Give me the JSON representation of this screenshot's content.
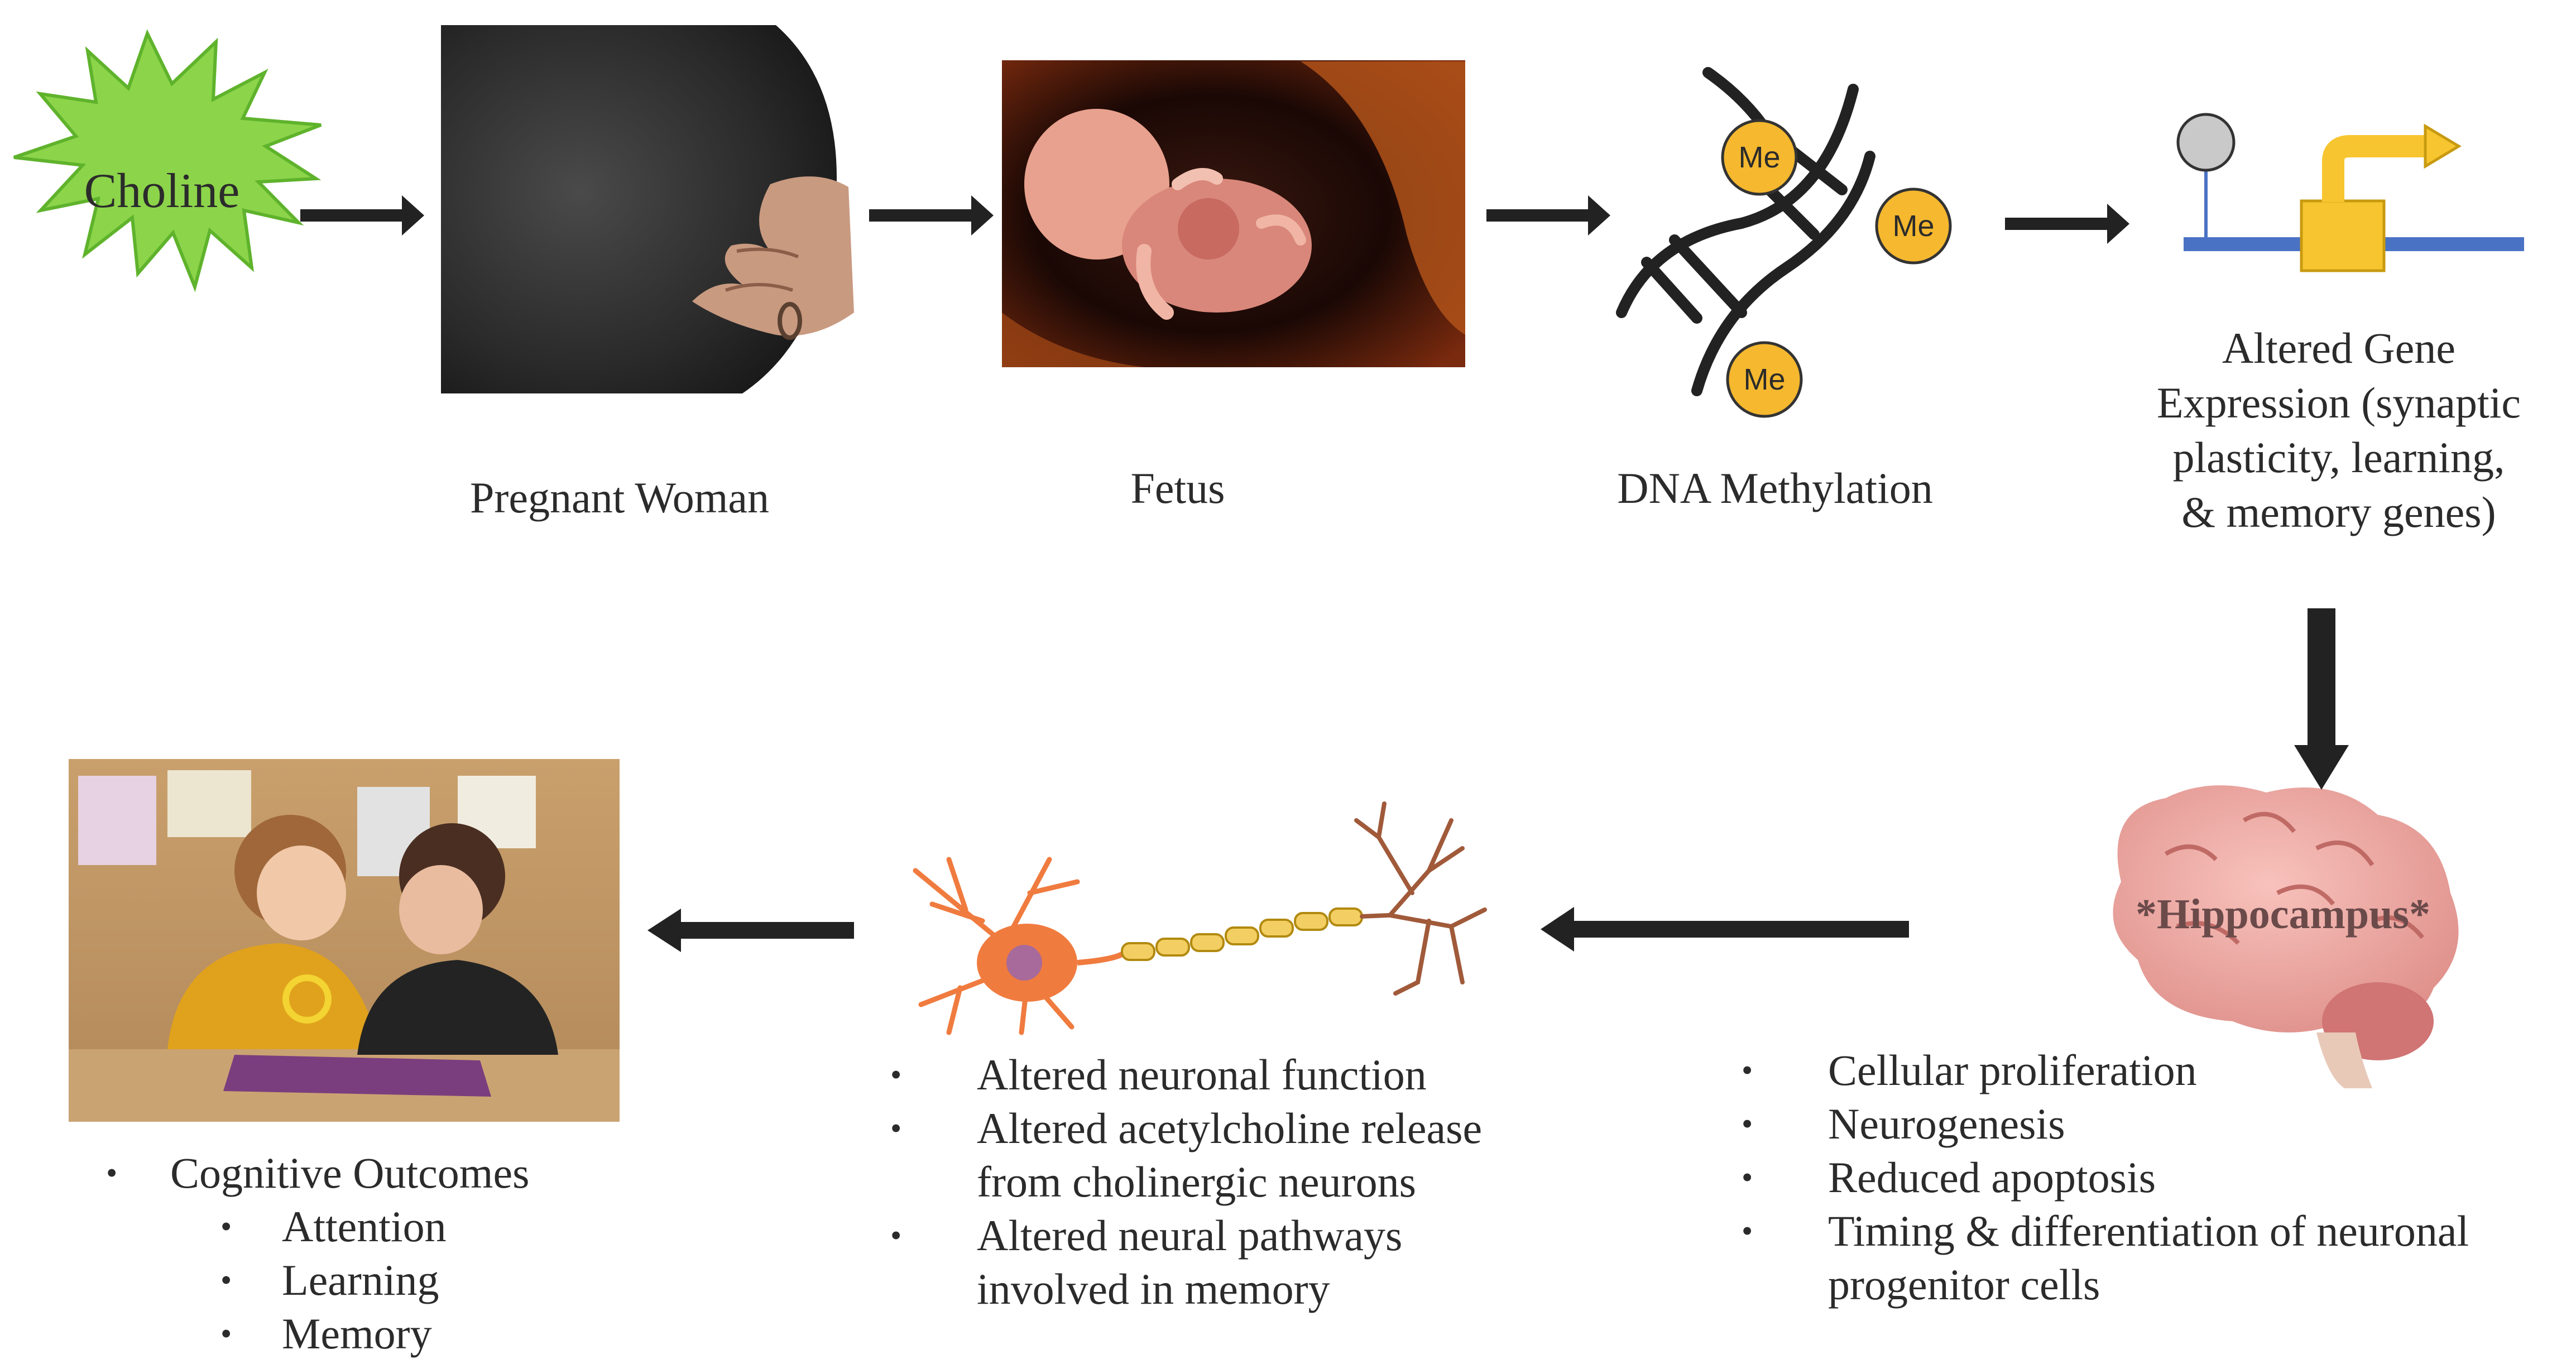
{
  "steps": {
    "choline": "Choline",
    "pregnant_woman": "Pregnant Woman",
    "fetus": "Fetus",
    "dna_methylation": "DNA Methylation",
    "methyl_tag": "Me",
    "gene_expression_lines": [
      "Altered Gene",
      "Expression (synaptic",
      "plasticity, learning,",
      "& memory genes)"
    ],
    "hippocampus": "*Hippocampus*"
  },
  "hippocampus_effects": [
    "Cellular proliferation",
    "Neurogenesis",
    "Reduced apoptosis",
    "Timing & differentiation of neuronal",
    "progenitor cells"
  ],
  "neuron_effects": [
    "Altered neuronal function",
    "Altered acetylcholine release",
    "from cholinergic neurons",
    "Altered neural pathways",
    "involved in memory"
  ],
  "outcomes": {
    "title": "Cognitive Outcomes",
    "items": [
      "Attention",
      "Learning",
      "Memory"
    ]
  },
  "colors": {
    "choline_star": "#8cd44a",
    "methyl": "#f5b82e",
    "gene_box": "#f7c52f",
    "gene_line": "#4a72c4",
    "neuron": "#f07b3f",
    "axon": "#f3cf63",
    "brain": "#f0a5a0",
    "arrow": "#222222"
  },
  "icons": [
    "choline-star-icon",
    "pregnant-woman-photo",
    "fetus-photo",
    "dna-helix-icon",
    "gene-expression-icon",
    "brain-icon",
    "neuron-icon",
    "children-photo"
  ]
}
